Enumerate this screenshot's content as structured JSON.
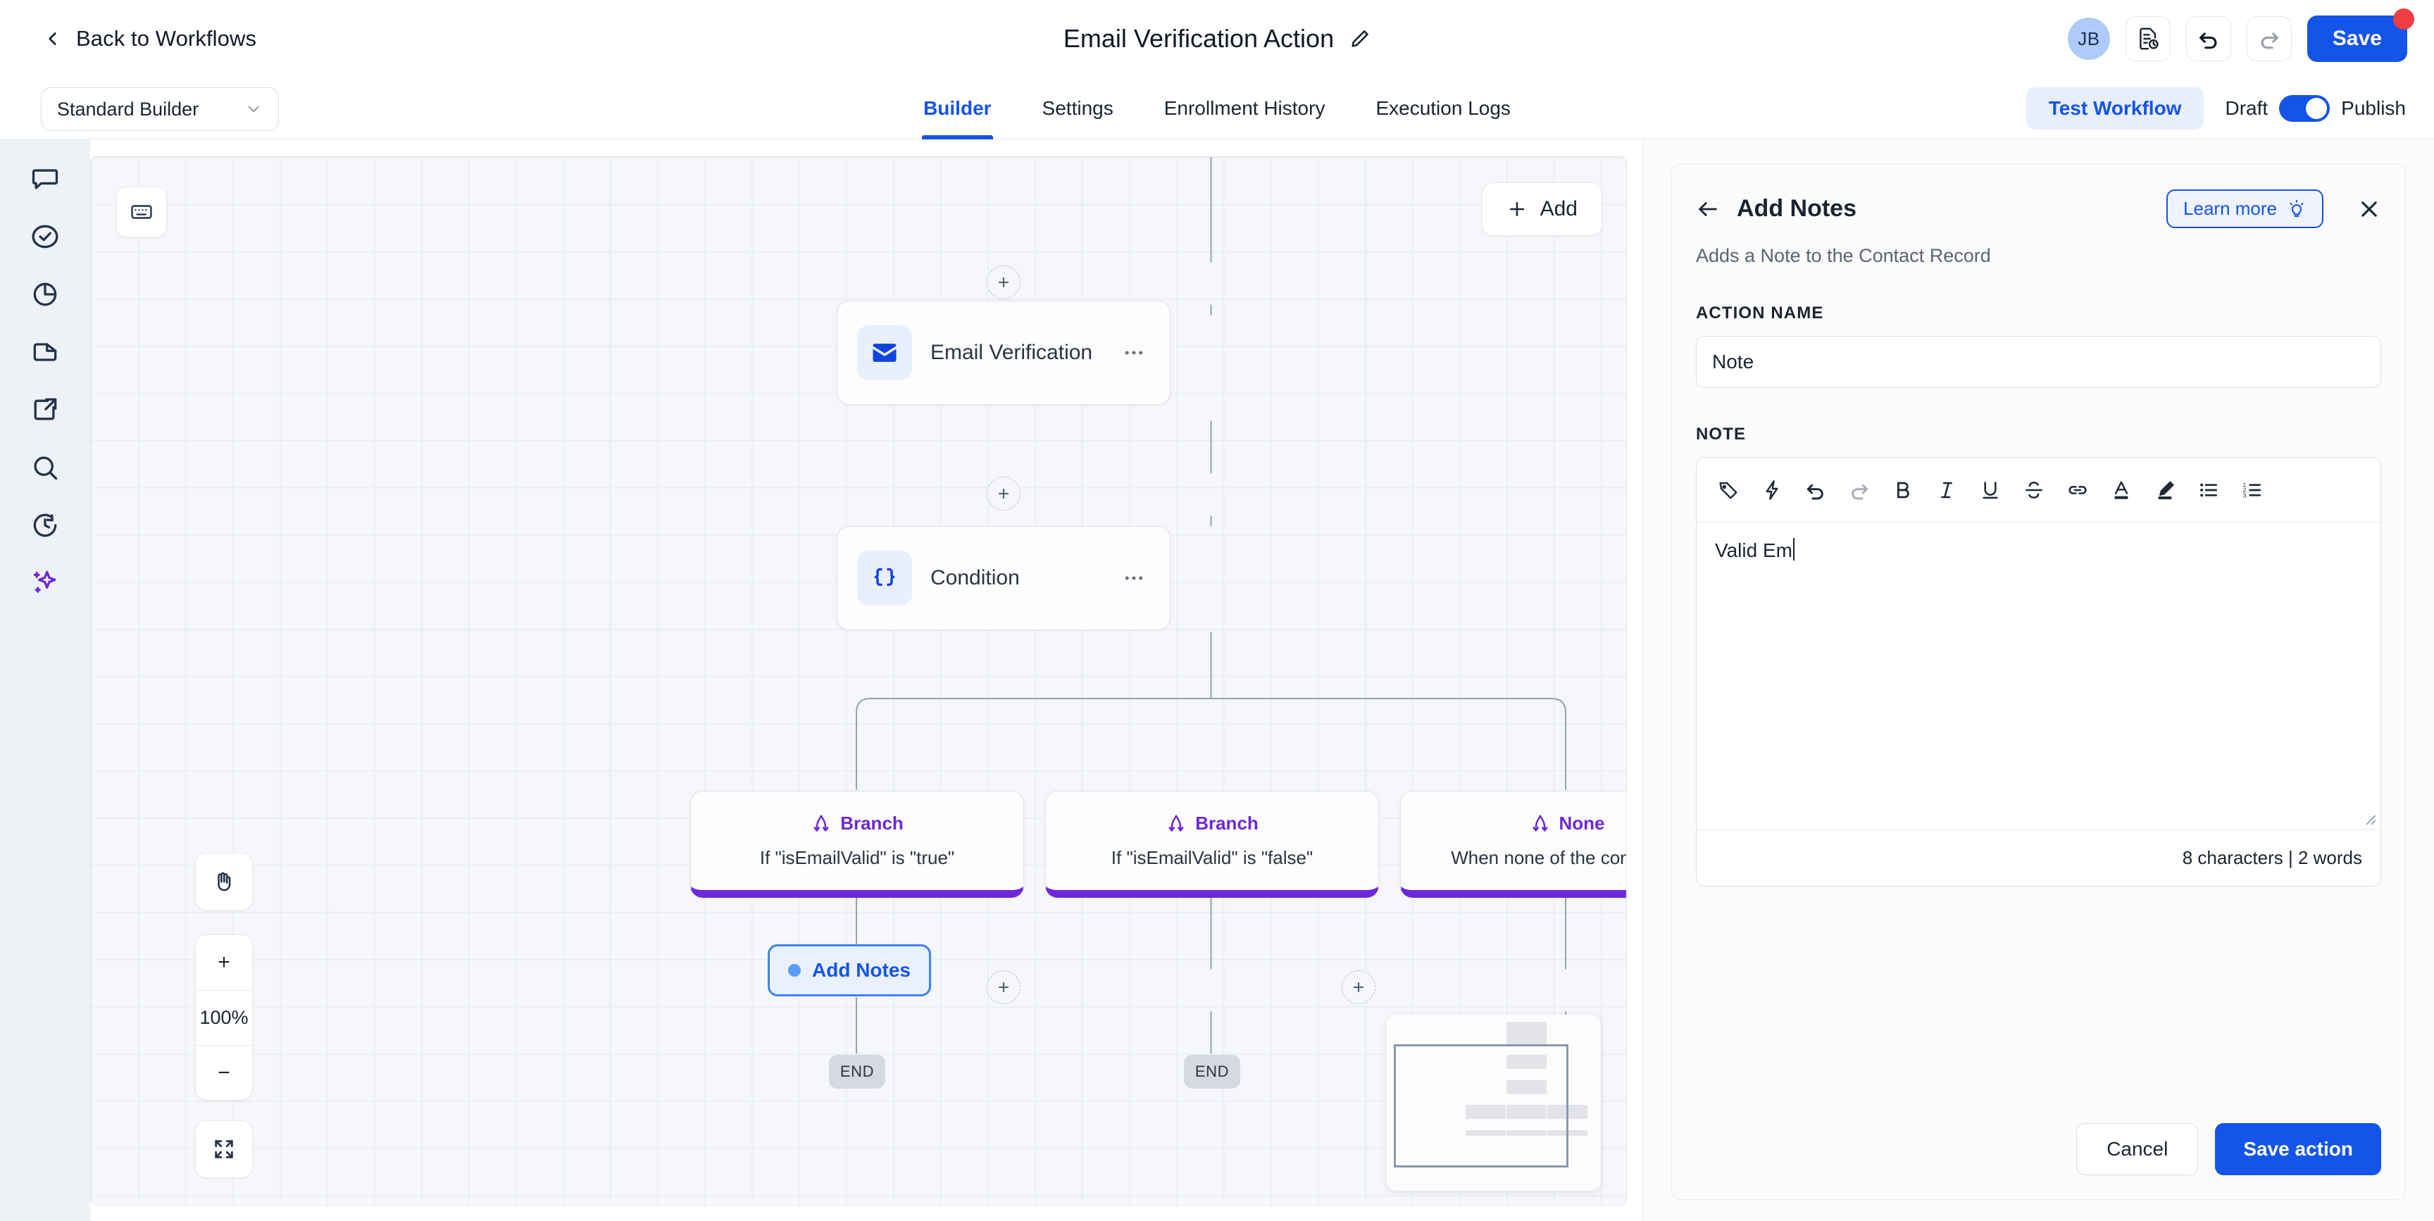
{
  "topbar": {
    "back_label": "Back to Workflows",
    "workflow_title": "Email Verification Action",
    "avatar_initials": "JB",
    "save_label": "Save",
    "icons": {
      "back": "chevron-left-icon",
      "edit": "pencil-icon",
      "version_history": "document-history-icon",
      "undo": "undo-icon",
      "redo": "redo-icon"
    }
  },
  "subbar": {
    "builder_mode": "Standard Builder",
    "tabs": [
      {
        "label": "Builder",
        "active": true
      },
      {
        "label": "Settings",
        "active": false
      },
      {
        "label": "Enrollment History",
        "active": false
      },
      {
        "label": "Execution Logs",
        "active": false
      }
    ],
    "test_workflow": "Test Workflow",
    "draft_label": "Draft",
    "publish_label": "Publish",
    "toggle_on": true
  },
  "rail": {
    "items": [
      {
        "icon": "chat-bubble-icon",
        "name": "conversations"
      },
      {
        "icon": "check-circle-icon",
        "name": "tasks"
      },
      {
        "icon": "pie-chart-icon",
        "name": "reporting"
      },
      {
        "icon": "document-icon",
        "name": "documents"
      },
      {
        "icon": "external-link-icon",
        "name": "open-external"
      },
      {
        "icon": "search-icon",
        "name": "search"
      },
      {
        "icon": "clock-history-icon",
        "name": "history"
      },
      {
        "icon": "sparkle-ai-icon",
        "name": "ai-assistant"
      }
    ]
  },
  "canvas": {
    "keyboard_button": "keyboard-icon",
    "add_button": "Add",
    "zoom_level": "100%",
    "zoom_in": "+",
    "zoom_out": "−",
    "pan_icon": "hand-icon",
    "fit_icon": "fit-screen-icon",
    "nodes": [
      {
        "type": "action",
        "icon": "envelope-icon",
        "title": "Email Verification"
      },
      {
        "type": "action",
        "icon": "braces-icon",
        "title": "Condition"
      }
    ],
    "branches": [
      {
        "label": "Branch",
        "description": "If \"isEmailValid\" is \"true\""
      },
      {
        "label": "Branch",
        "description": "If \"isEmailValid\" is \"false\""
      },
      {
        "label": "None",
        "description": "When none of the conditions"
      }
    ],
    "selected_chip": "Add Notes",
    "end_label": "END"
  },
  "panel": {
    "title": "Add Notes",
    "back_icon": "arrow-left-icon",
    "learn_more": "Learn more",
    "learn_more_icon": "lightbulb-icon",
    "close_icon": "close-icon",
    "description": "Adds a Note to the Contact Record",
    "action_name_label": "ACTION NAME",
    "action_name_value": "Note",
    "note_label": "NOTE",
    "note_value": "Valid Em",
    "counter": "8 characters | 2 words",
    "toolbar": [
      "tag-icon",
      "lightning-icon",
      "undo-icon",
      "redo-icon",
      "bold-icon",
      "italic-icon",
      "underline-icon",
      "strikethrough-icon",
      "link-icon",
      "text-color-icon",
      "highlighter-icon",
      "bullet-list-icon",
      "numbered-list-icon"
    ],
    "cancel_label": "Cancel",
    "save_action_label": "Save action"
  },
  "colors": {
    "accent_blue": "#1454e8",
    "branch_purple": "#6d28d9",
    "canvas_bg": "#f5f7fa",
    "rail_bg": "#eef1f5",
    "notification_red": "#ef3e42"
  }
}
